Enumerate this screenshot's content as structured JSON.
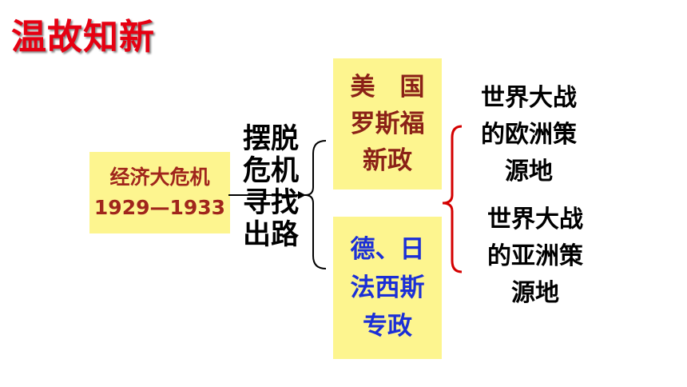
{
  "title": "温故知新",
  "crisis": {
    "line1": "经济大危机",
    "line2": "1929—1933"
  },
  "middle": [
    "摆脱",
    "危机",
    "寻找",
    "出路"
  ],
  "usa": {
    "line1": "美　国",
    "line2": "罗斯福",
    "line3": "新政"
  },
  "axis": {
    "line1": "德、日",
    "line2": "法西斯",
    "line3": "专政"
  },
  "war_europe": [
    "世界大战",
    "的欧洲策",
    "源地"
  ],
  "war_asia": [
    "世界大战",
    "的亚洲策",
    "源地"
  ],
  "colors": {
    "title": "#e60012",
    "box_bg": "#fdf58f",
    "crisis_text": "#a0261c",
    "usa_text": "#8b2117",
    "axis_text": "#1b2fd6",
    "brace_red": "#d40000"
  }
}
